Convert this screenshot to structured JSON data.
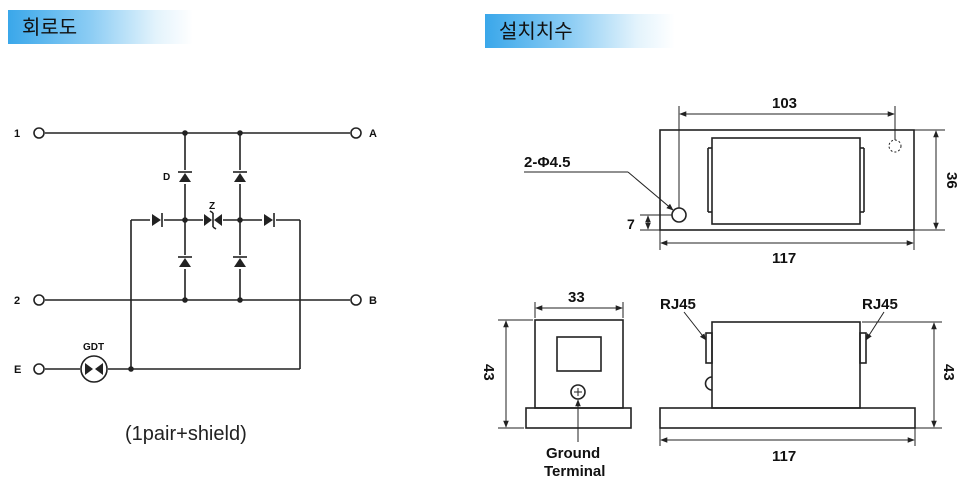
{
  "tabs": {
    "circuit": "회로도",
    "install": "설치치수"
  },
  "circuit": {
    "terminals": {
      "t1": "1",
      "t2": "2",
      "tE": "E",
      "tA": "A",
      "tB": "B"
    },
    "labels": {
      "D": "D",
      "Z": "Z",
      "GDT": "GDT"
    },
    "caption": "(1pair+shield)"
  },
  "dimensions": {
    "top": {
      "span": "103",
      "hole": "2-Φ4.5",
      "offset": "7",
      "width": "117",
      "height": "36"
    },
    "side": {
      "width": "33",
      "height": "43",
      "ground1": "Ground",
      "ground2": "Terminal"
    },
    "front": {
      "rj_left": "RJ45",
      "rj_right": "RJ45",
      "height": "43",
      "width": "117"
    }
  }
}
